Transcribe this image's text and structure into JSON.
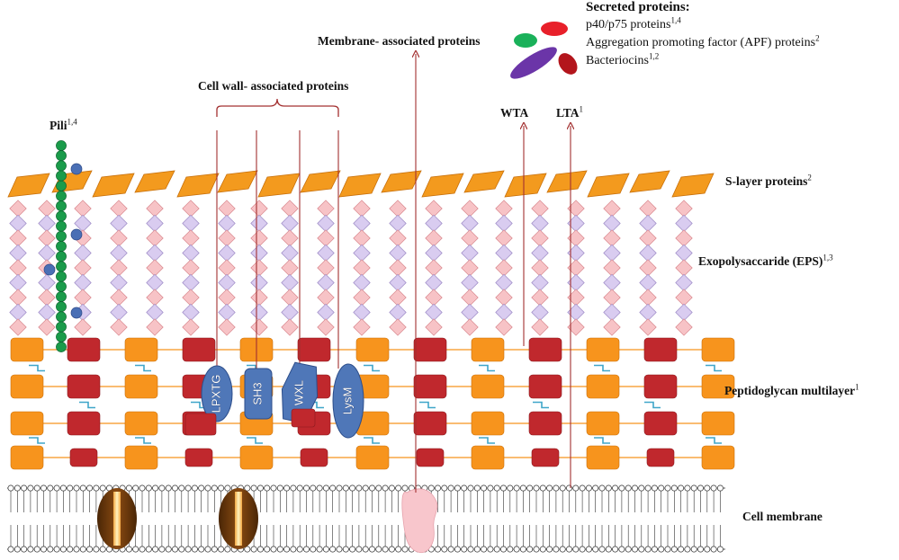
{
  "labels": {
    "secreted_title": "Secreted  proteins:",
    "p40": {
      "text": "p40/p75 proteins",
      "sup": "1,4"
    },
    "apf": {
      "text": "Aggregation promoting factor (APF) proteins",
      "sup": "2"
    },
    "bacteriocins": {
      "text": "Bacteriocins",
      "sup": "1,2"
    },
    "membrane_assoc": "Membrane- associated proteins",
    "cell_wall_assoc": "Cell wall- associated proteins",
    "wta": "WTA",
    "lta": {
      "text": "LTA",
      "sup": "1"
    },
    "pili": {
      "text": "Pili",
      "sup": "1,4"
    },
    "s_layer": {
      "text": "S-layer proteins",
      "sup": "2"
    },
    "eps": {
      "text": "Exopolysaccaride (EPS)",
      "sup": "1,3"
    },
    "peptidoglycan": {
      "text": "Peptidoglycan multilayer",
      "sup": "1"
    },
    "cell_membrane": "Cell membrane"
  },
  "anchor_domains": [
    "LPXTG",
    "SH3",
    "WXL",
    "LysM"
  ],
  "colors": {
    "s_layer": "#f39a1e",
    "eps_pink": "#f7c3c6",
    "eps_purple": "#d9ccf0",
    "pg_orange": "#f7941d",
    "pg_red": "#c0282d",
    "crosslink": "#3fa6c9",
    "domain_blue": "#4f77b8",
    "pili_green": "#1a9b4a",
    "pili_blue": "#4a6fb5",
    "arrow_red": "#a33030",
    "secreted_green": "#1ab15a",
    "secreted_red": "#e8202a",
    "secreted_purple": "#6b35a8",
    "secreted_darkred": "#b3151c",
    "membrane_protein": "#f8c6cc",
    "channel_brown": "#6b3a0d"
  }
}
